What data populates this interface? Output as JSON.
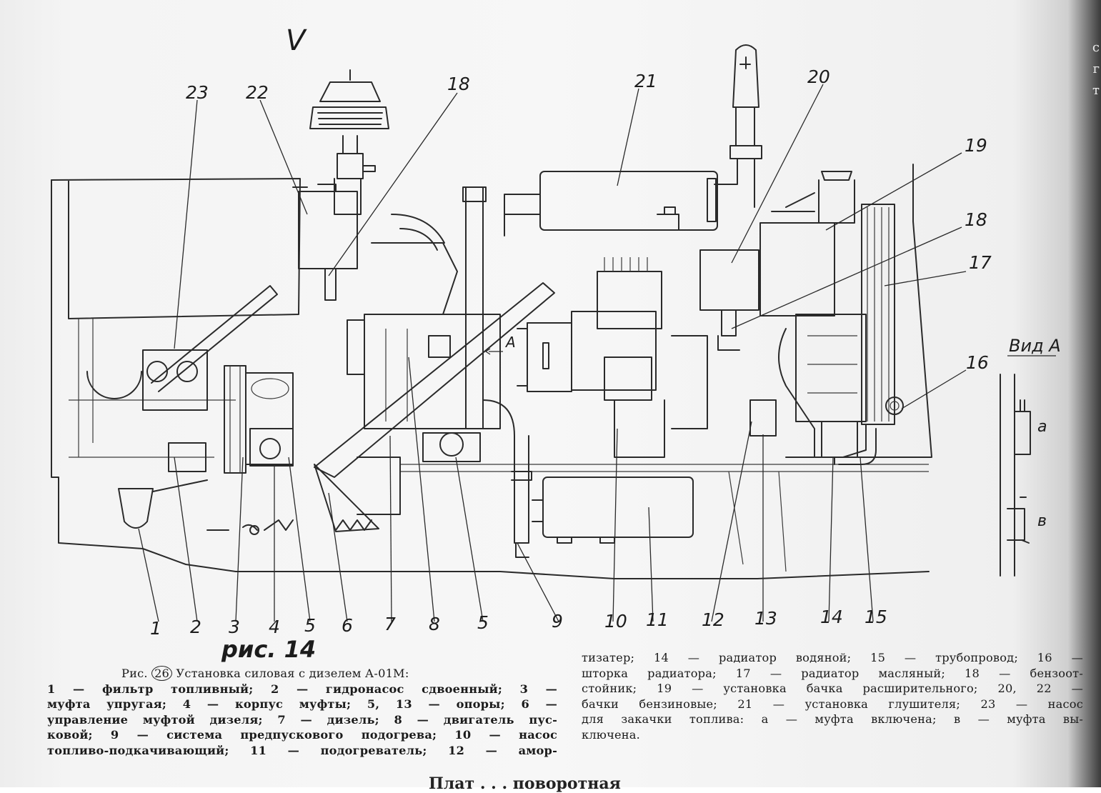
{
  "figure": {
    "check_mark": "V",
    "handwritten_fig": "рис. 14",
    "caption_number": "26",
    "caption_prefix": "Рис.",
    "caption_title": "Установка силовая с дизелем А-01М:",
    "caption_lines_left": [
      "1 — фильтр топливный; 2 — гидронасос сдвоенный; 3 —",
      "муфта упругая; 4 — корпус муфты; 5, 13 — опоры; 6 —",
      "управление муфтой дизеля; 7 — дизель; 8 — двигатель пус-",
      "ковой; 9 — система предпускового подогрева; 10 — насос",
      "топливо-подкачивающий; 11 — подогреватель; 12 — амор-"
    ],
    "caption_lines_right": [
      "тизатер; 14 — радиатор водяной; 15 — трубопровод; 16 —",
      "шторка радиатора; 17 — радиатор масляный; 18 — бензоот-",
      "стойник; 19 — установка бачка расширительного; 20, 22 —",
      "бачки бензиновые; 21 — установка глушителя; 23 — насос",
      "для закачки топлива: а — муфта включена; в — муфта вы-",
      "ключена."
    ],
    "bottom_cut_text": "Плат . . . поворотная",
    "right_edge_fragments": [
      "с",
      "г",
      "т"
    ]
  },
  "callouts": {
    "n1": "1",
    "n2": "2",
    "n3": "3",
    "n4": "4",
    "n5a": "5",
    "n6": "6",
    "n7": "7",
    "n8": "8",
    "n5b": "5",
    "n9": "9",
    "n10": "10",
    "n11": "11",
    "n12": "12",
    "n13": "13",
    "n14": "14",
    "n15": "15",
    "n16": "16",
    "n17": "17",
    "n18a": "18",
    "n18b": "18",
    "n19": "19",
    "n20": "20",
    "n21": "21",
    "n22": "22",
    "n23": "23",
    "arrow_a": "A"
  },
  "view_a": {
    "title": "Вид А",
    "label_a": "а",
    "label_v": "в"
  },
  "colors": {
    "ink": "#2a2a2a",
    "paper": "#f6f6f6",
    "scan_edge": "#3a3a3a"
  }
}
